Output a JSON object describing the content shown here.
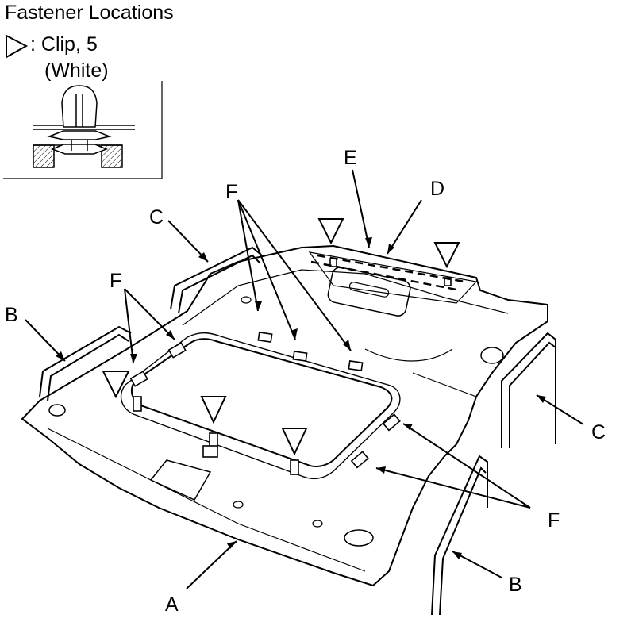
{
  "header": {
    "title": "Fastener Locations"
  },
  "legend": {
    "symbol_icon": "triangle-outline-icon",
    "clip_label": ": Clip, 5",
    "clip_color": "(White)"
  },
  "callouts": {
    "A": "A",
    "B": "B",
    "C": "C",
    "D": "D",
    "E": "E",
    "F": "F"
  }
}
